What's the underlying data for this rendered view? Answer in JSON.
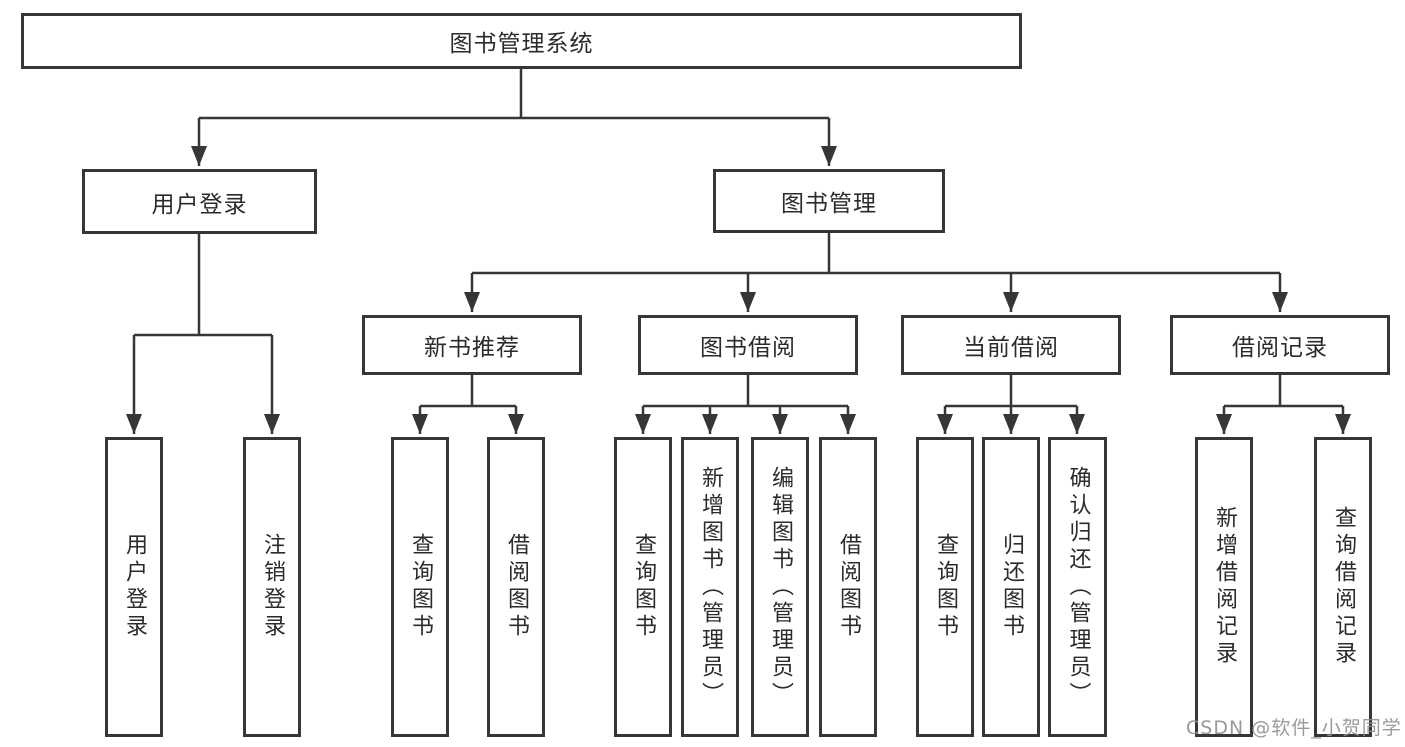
{
  "diagram": {
    "root": "图书管理系统",
    "branches": {
      "user_login": "用户登录",
      "book_management": "图书管理"
    },
    "modules": {
      "new_book_recommend": "新书推荐",
      "book_borrow": "图书借阅",
      "current_borrow": "当前借阅",
      "borrow_records": "借阅记录"
    },
    "leaves": {
      "login_user": "用户登录",
      "login_logout": "注销登录",
      "recommend_query": "查询图书",
      "recommend_borrow": "借阅图书",
      "borrow_query": "查询图书",
      "borrow_add": "新增图书（管理员）",
      "borrow_edit": "编辑图书（管理员）",
      "borrow_do": "借阅图书",
      "current_query": "查询图书",
      "current_return": "归还图书",
      "current_confirm": "确认归还（管理员）",
      "records_add": "新增借阅记录",
      "records_query": "查询借阅记录"
    }
  },
  "watermark": "CSDN @软件_小贺同学",
  "colors": {
    "line": "#363636",
    "box_border": "#363636",
    "box_fill": "#ffffff",
    "text": "#2b2b2b",
    "watermark": "#919191",
    "background": "#ffffff"
  }
}
